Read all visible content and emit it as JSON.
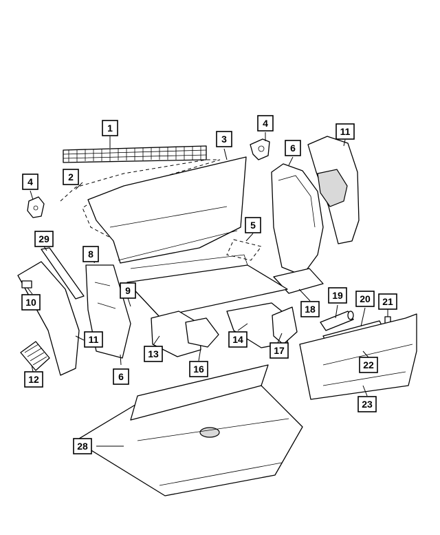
{
  "diagram": {
    "callouts": [
      {
        "id": "c1",
        "label": "1"
      },
      {
        "id": "c2",
        "label": "2"
      },
      {
        "id": "c3",
        "label": "3"
      },
      {
        "id": "c4a",
        "label": "4"
      },
      {
        "id": "c4b",
        "label": "4"
      },
      {
        "id": "c5",
        "label": "5"
      },
      {
        "id": "c6a",
        "label": "6"
      },
      {
        "id": "c6b",
        "label": "6"
      },
      {
        "id": "c8",
        "label": "8"
      },
      {
        "id": "c9",
        "label": "9"
      },
      {
        "id": "c10",
        "label": "10"
      },
      {
        "id": "c11a",
        "label": "11"
      },
      {
        "id": "c11b",
        "label": "11"
      },
      {
        "id": "c12",
        "label": "12"
      },
      {
        "id": "c13",
        "label": "13"
      },
      {
        "id": "c14",
        "label": "14"
      },
      {
        "id": "c16",
        "label": "16"
      },
      {
        "id": "c17",
        "label": "17"
      },
      {
        "id": "c18",
        "label": "18"
      },
      {
        "id": "c19",
        "label": "19"
      },
      {
        "id": "c20",
        "label": "20"
      },
      {
        "id": "c21",
        "label": "21"
      },
      {
        "id": "c22",
        "label": "22"
      },
      {
        "id": "c23",
        "label": "23"
      },
      {
        "id": "c28",
        "label": "28"
      },
      {
        "id": "c29",
        "label": "29"
      }
    ]
  }
}
